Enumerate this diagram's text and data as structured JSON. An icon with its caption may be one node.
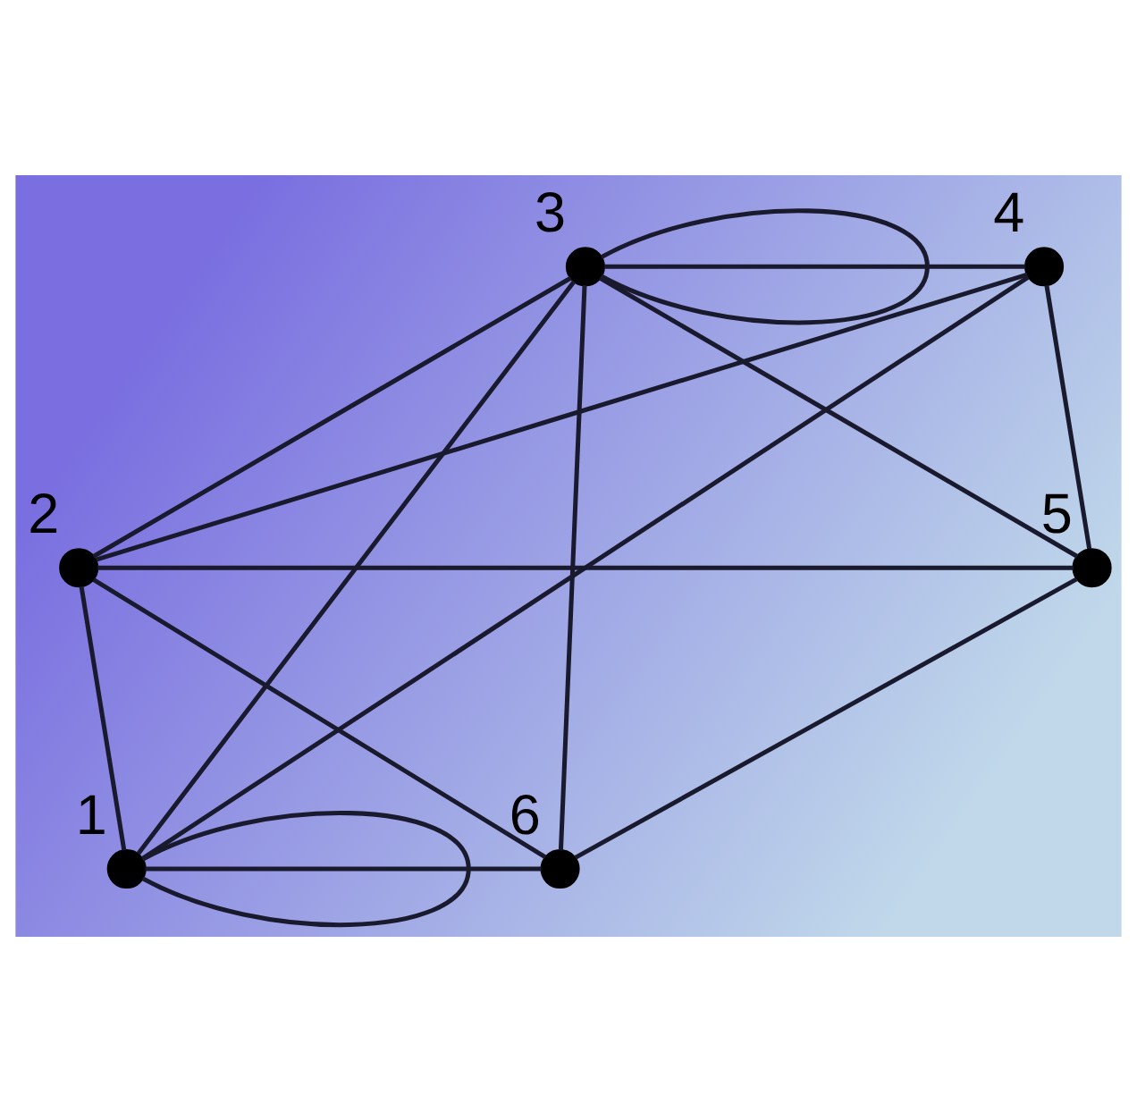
{
  "diagram": {
    "nodes": [
      {
        "text": [],
        "shape": "circle",
        "beside": [
          "3"
        ]
      },
      {
        "text": [],
        "shape": "circle",
        "beside": [
          "4"
        ]
      },
      {
        "text": [],
        "shape": "circle",
        "beside": [
          "2"
        ]
      },
      {
        "text": [],
        "shape": "circle",
        "beside": [
          "5"
        ]
      },
      {
        "text": [],
        "shape": "circle",
        "beside": [
          "1"
        ]
      },
      {
        "text": [],
        "shape": "circle",
        "beside": [
          "6"
        ]
      }
    ],
    "edges": [
      {
        "from": 0,
        "to": 0,
        "arrow": "none"
      },
      {
        "from": 0,
        "to": 1,
        "arrow": "none"
      },
      {
        "from": 0,
        "to": 2,
        "arrow": "none"
      },
      {
        "from": 0,
        "to": 4,
        "arrow": "none"
      },
      {
        "from": 0,
        "to": 3,
        "arrow": "none"
      },
      {
        "from": 0,
        "to": 5,
        "arrow": "none"
      },
      {
        "from": 1,
        "to": 2,
        "arrow": "none"
      },
      {
        "from": 1,
        "to": 4,
        "arrow": "none"
      },
      {
        "from": 1,
        "to": 3,
        "arrow": "none"
      },
      {
        "from": 2,
        "to": 3,
        "arrow": "none"
      },
      {
        "from": 2,
        "to": 4,
        "arrow": "none"
      },
      {
        "from": 2,
        "to": 5,
        "arrow": "none"
      },
      {
        "from": 4,
        "to": 5,
        "arrow": "none"
      },
      {
        "from": 3,
        "to": 5,
        "arrow": "none"
      },
      {
        "from": 4,
        "to": 4,
        "arrow": "none"
      }
    ]
  }
}
